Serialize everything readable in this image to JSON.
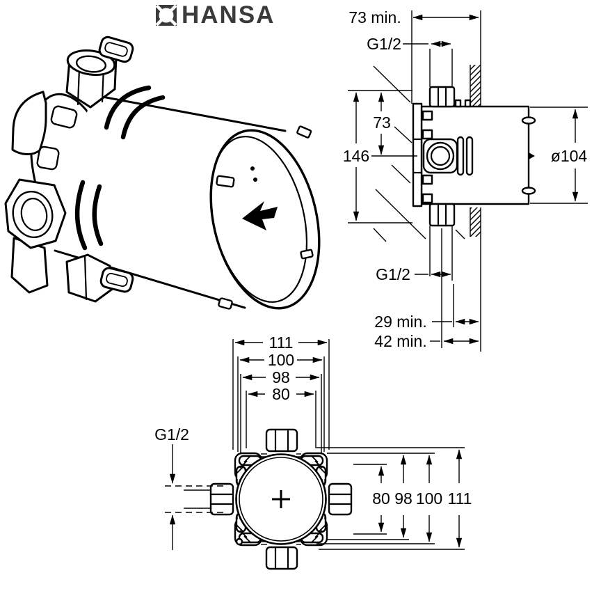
{
  "brand": {
    "name": "HANSA"
  },
  "colors": {
    "line": "#000000",
    "brand_gray": "#3b3b3b",
    "background": "#ffffff"
  },
  "icons": {
    "logo": "hansa-flower-icon",
    "face_symbol": "flow-direction-arrow-icon",
    "center_symbol": "plus-crosshair-icon"
  },
  "side_view": {
    "dim_depth_min": "73 min.",
    "thread_top": "G1/2",
    "dim_center_offset": "73",
    "dim_height": "146",
    "dim_diameter": "ø104",
    "thread_bottom": "G1/2",
    "dim_min_1": "29 min.",
    "dim_min_2": "42 min."
  },
  "front_view": {
    "thread_left": "G1/2",
    "dims_top": [
      "111",
      "100",
      "98",
      "80"
    ],
    "dims_right": [
      "80",
      "98",
      "100",
      "111"
    ]
  }
}
